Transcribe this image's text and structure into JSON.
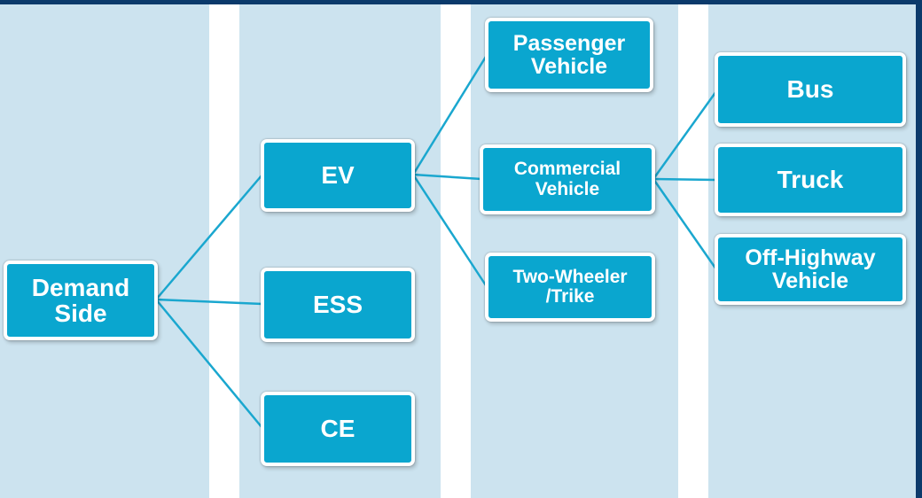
{
  "theme": {
    "column_bg": "#cce3ef",
    "node_bg": "#0aa6cf",
    "node_border": "#ffffff",
    "connector": "#1aa7cf",
    "frame": "#0b3a6b"
  },
  "nodes": {
    "demand_side": "Demand\nSide",
    "ev": "EV",
    "ess": "ESS",
    "ce": "CE",
    "passenger_vehicle": "Passenger\nVehicle",
    "commercial_vehicle": "Commercial\nVehicle",
    "two_wheeler_trike": "Two-Wheeler\n/Trike",
    "bus": "Bus",
    "truck": "Truck",
    "off_highway_vehicle": "Off-Highway\nVehicle"
  },
  "edges": [
    [
      "demand_side",
      "ev"
    ],
    [
      "demand_side",
      "ess"
    ],
    [
      "demand_side",
      "ce"
    ],
    [
      "ev",
      "passenger_vehicle"
    ],
    [
      "ev",
      "commercial_vehicle"
    ],
    [
      "ev",
      "two_wheeler_trike"
    ],
    [
      "commercial_vehicle",
      "bus"
    ],
    [
      "commercial_vehicle",
      "truck"
    ],
    [
      "commercial_vehicle",
      "off_highway_vehicle"
    ]
  ]
}
